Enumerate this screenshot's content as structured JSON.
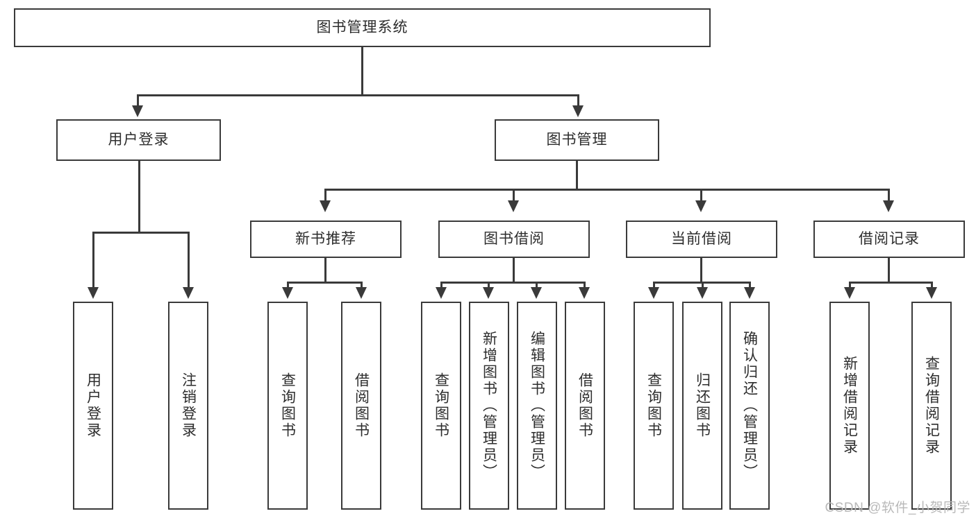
{
  "diagram": {
    "type": "tree-hierarchy",
    "title": "图书管理系统",
    "watermark": "CSDN @软件_小贺同学",
    "colors": {
      "background": "#ffffff",
      "stroke": "#3a3a3a",
      "text": "#2d2d2d",
      "watermark": "#b9b9b9"
    },
    "root": {
      "label": "图书管理系统"
    },
    "level2": [
      {
        "id": "user-login",
        "label": "用户登录"
      },
      {
        "id": "book-manage",
        "label": "图书管理"
      }
    ],
    "level3": [
      {
        "id": "new-book-recommend",
        "label": "新书推荐",
        "parent": "book-manage"
      },
      {
        "id": "book-borrow",
        "label": "图书借阅",
        "parent": "book-manage"
      },
      {
        "id": "current-borrow",
        "label": "当前借阅",
        "parent": "book-manage"
      },
      {
        "id": "borrow-record",
        "label": "借阅记录",
        "parent": "book-manage"
      }
    ],
    "leaves": {
      "user-login": [
        {
          "id": "leaf-user-login",
          "label": "用户登录"
        },
        {
          "id": "leaf-user-logout",
          "label": "注销登录"
        }
      ],
      "new-book-recommend": [
        {
          "id": "leaf-query-book-1",
          "label": "查询图书"
        },
        {
          "id": "leaf-borrow-book-1",
          "label": "借阅图书"
        }
      ],
      "book-borrow": [
        {
          "id": "leaf-query-book-2",
          "label": "查询图书"
        },
        {
          "id": "leaf-add-book",
          "label": "新增图书（管理员）"
        },
        {
          "id": "leaf-edit-book",
          "label": "编辑图书（管理员）"
        },
        {
          "id": "leaf-borrow-book-2",
          "label": "借阅图书"
        }
      ],
      "current-borrow": [
        {
          "id": "leaf-query-book-3",
          "label": "查询图书"
        },
        {
          "id": "leaf-return-book",
          "label": "归还图书"
        },
        {
          "id": "leaf-confirm-return",
          "label": "确认归还（管理员）"
        }
      ],
      "borrow-record": [
        {
          "id": "leaf-add-record",
          "label": "新增借阅记录"
        },
        {
          "id": "leaf-query-record",
          "label": "查询借阅记录"
        }
      ]
    }
  }
}
